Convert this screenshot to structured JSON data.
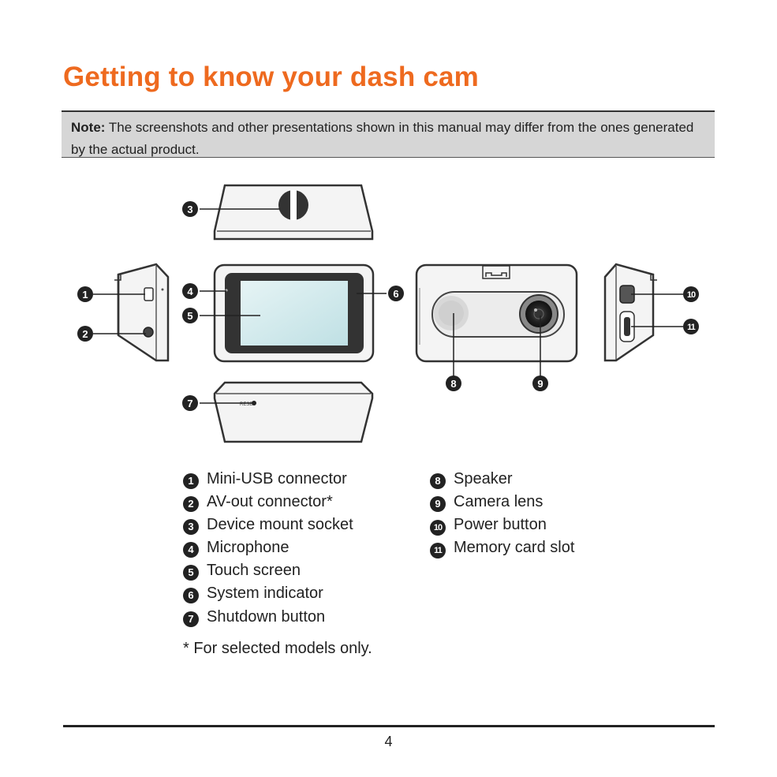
{
  "title": "Getting to know your dash cam",
  "note": {
    "label": "Note:",
    "text": "The screenshots and other presentations shown in this manual may differ from the ones generated by the actual product."
  },
  "callouts": [
    "1",
    "2",
    "3",
    "4",
    "5",
    "6",
    "7",
    "8",
    "9",
    "10",
    "11"
  ],
  "legend_left": [
    {
      "num": "1",
      "label": "Mini-USB connector"
    },
    {
      "num": "2",
      "label": "AV-out connector*"
    },
    {
      "num": "3",
      "label": "Device mount socket"
    },
    {
      "num": "4",
      "label": "Microphone"
    },
    {
      "num": "5",
      "label": "Touch screen"
    },
    {
      "num": "6",
      "label": "System indicator"
    },
    {
      "num": "7",
      "label": "Shutdown button"
    }
  ],
  "legend_right": [
    {
      "num": "8",
      "label": "Speaker"
    },
    {
      "num": "9",
      "label": "Camera lens"
    },
    {
      "num": "10",
      "label": "Power button"
    },
    {
      "num": "11",
      "label": "Memory card slot"
    }
  ],
  "footnote": "* For selected models only.",
  "page_number": "4",
  "colors": {
    "title": "#ee6a1f",
    "note_background": "#d6d6d6",
    "screen": "#d4ecef"
  }
}
